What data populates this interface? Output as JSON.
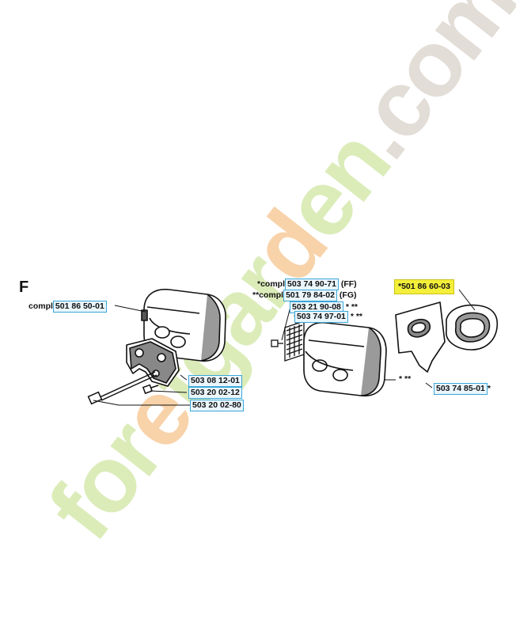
{
  "section": "F",
  "watermark": "foretgarden.com",
  "labels": {
    "muffler_left": {
      "prefix": "compl",
      "part": "501 86 50-01"
    },
    "top_1": {
      "prefix": "*compl",
      "part": "503 74 90-71",
      "suffix": "(FF)"
    },
    "top_2": {
      "prefix": "**compl",
      "part": "501 79 84-02",
      "suffix": "(FG)"
    },
    "screen_1": {
      "part": "503 21 90-08",
      "suffix": "* **"
    },
    "screen_2": {
      "part": "503 74 97-01",
      "suffix": "* **"
    },
    "gasket": {
      "part": "*501 86 60-03"
    },
    "plate_1": {
      "part": "503 08 12-01"
    },
    "screw_1": {
      "part": "503 20 02-12"
    },
    "screw_2": {
      "part": "503 20 02-80"
    },
    "right_muffler_mark": {
      "text": "* **"
    },
    "plate_2": {
      "part": "503 74 85-01",
      "suffix": "*"
    }
  },
  "colors": {
    "part_box": "#39a7d8",
    "highlight": "#f4ef3a",
    "wm_green": "#cfe6a2",
    "wm_orange": "#f6c48d",
    "wm_gray": "#d9d2c9"
  }
}
